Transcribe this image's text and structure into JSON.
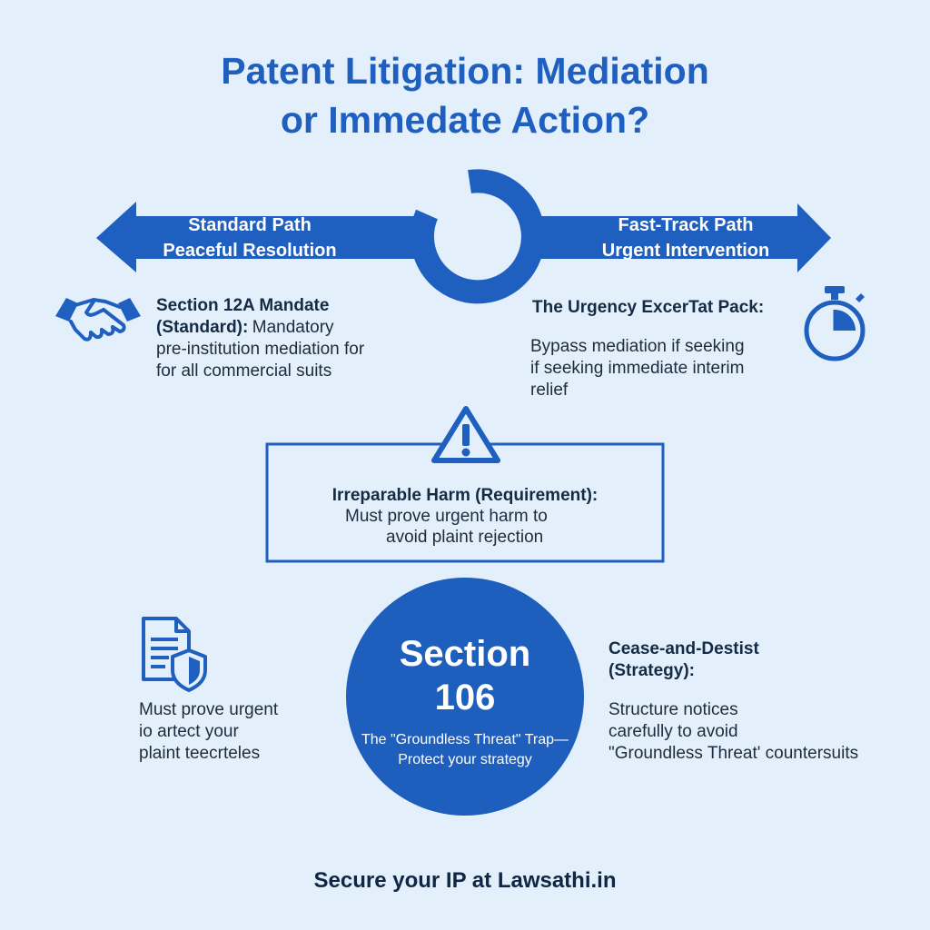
{
  "title": {
    "line1": "Patent Litigation: Mediation",
    "line2": "or Immedate Action?"
  },
  "standard_path": {
    "line1": "Standard Path",
    "line2": "Peaceful Resolution"
  },
  "fast_track_path": {
    "line1": "Fast-Track Path",
    "line2": "Urgent Intervention"
  },
  "section_12a": {
    "heading1": "Section 12A Mandate",
    "heading2": "(Standard):",
    "text_inline": "Mandatory",
    "line3": "pre-institution mediation for",
    "line4": "for all commercial suits"
  },
  "urgency": {
    "heading": "The Urgency ExcerTat Pack:",
    "line1": "Bypass mediation if seeking",
    "line2": "if seeking immediate interim",
    "line3": "relief"
  },
  "harm": {
    "heading": "Irreparable Harm (Requirement):",
    "line1": "Must prove urgent harm to",
    "line2": "avoid plaint rejection"
  },
  "left_note": {
    "line1": "Must prove urgent",
    "line2": "io artect your",
    "line3": "plaint teecrteles"
  },
  "section_106": {
    "title1": "Section",
    "title2": "106",
    "sub1": "The \"Groundless Threat\" Trap—",
    "sub2": "Protect your strategy"
  },
  "cease": {
    "heading1": "Cease-and-Destist",
    "heading2": "(Strategy):",
    "line1": "Structure notices",
    "line2": "carefully to avoid",
    "line3": "\"Groundless Threat' countersuits"
  },
  "footer": "Secure your IP at Lawsathi.in",
  "icons": {
    "left_top": "handshake-icon",
    "right_top": "stopwatch-icon",
    "center": "warning-icon",
    "left_bottom": "document-shield-icon"
  },
  "colors": {
    "background": "#e3f0fb",
    "primary_blue": "#1f5fbf",
    "circle_blue": "#1e5fbe",
    "text_dark": "#152a45"
  }
}
